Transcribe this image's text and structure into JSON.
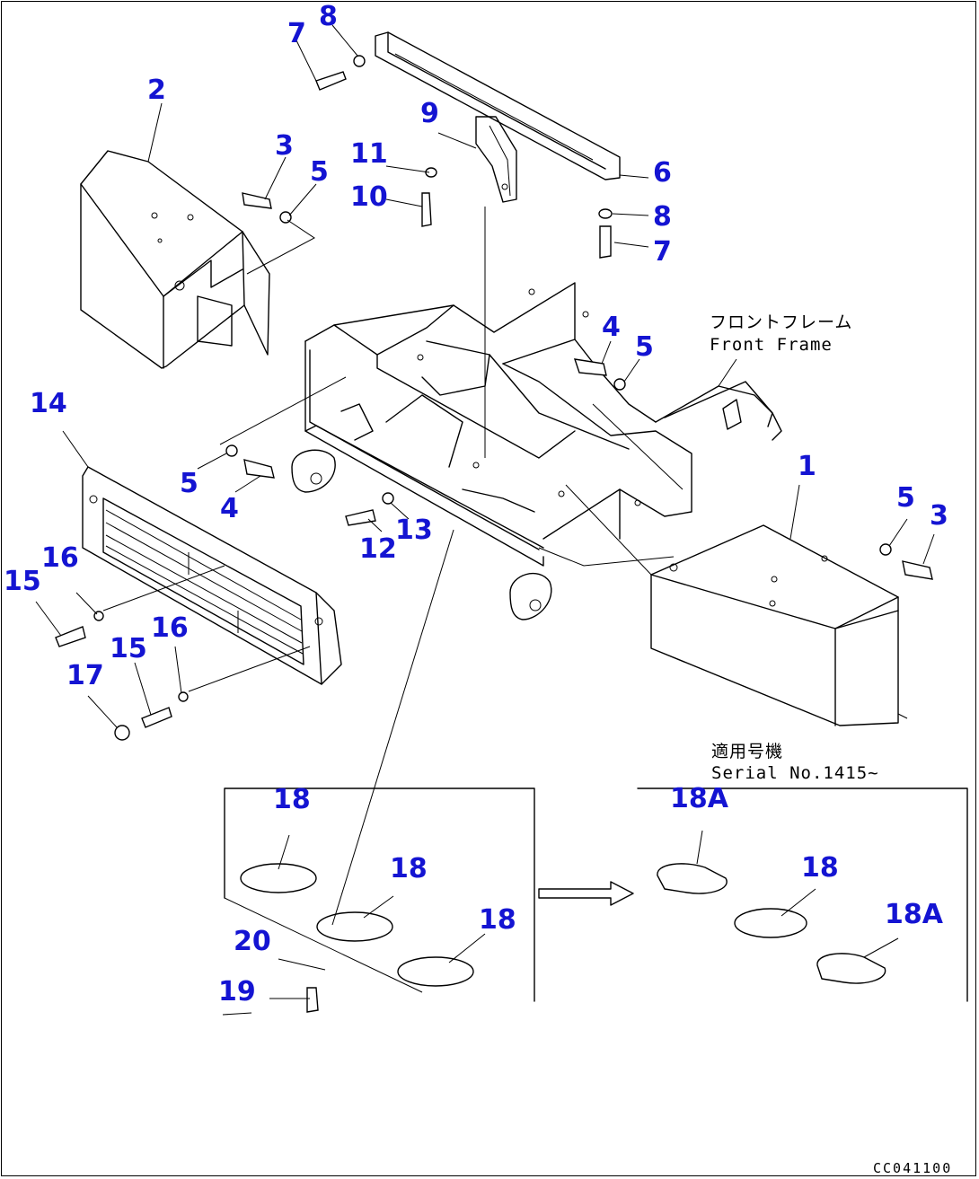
{
  "labels": {
    "p1": "1",
    "p2": "2",
    "p3a": "3",
    "p3b": "3",
    "p4a": "4",
    "p4b": "4",
    "p5a": "5",
    "p5b": "5",
    "p5c": "5",
    "p5d": "5",
    "p6": "6",
    "p7a": "7",
    "p7b": "7",
    "p8a": "8",
    "p8b": "8",
    "p9": "9",
    "p10": "10",
    "p11": "11",
    "p12": "12",
    "p13": "13",
    "p14": "14",
    "p15a": "15",
    "p15b": "15",
    "p16a": "16",
    "p16b": "16",
    "p17": "17",
    "p18a": "18",
    "p18b": "18",
    "p18c": "18",
    "p18d": "18",
    "p18Aa": "18A",
    "p18Ab": "18A",
    "p19": "19",
    "p20": "20"
  },
  "notes": {
    "front_frame_jp": "フロントフレーム",
    "front_frame_en": "Front Frame",
    "serial_jp": "適用号機",
    "serial_en": "Serial No.1415~"
  },
  "drawing_code": "CC041100",
  "label_color": "#1414d2"
}
